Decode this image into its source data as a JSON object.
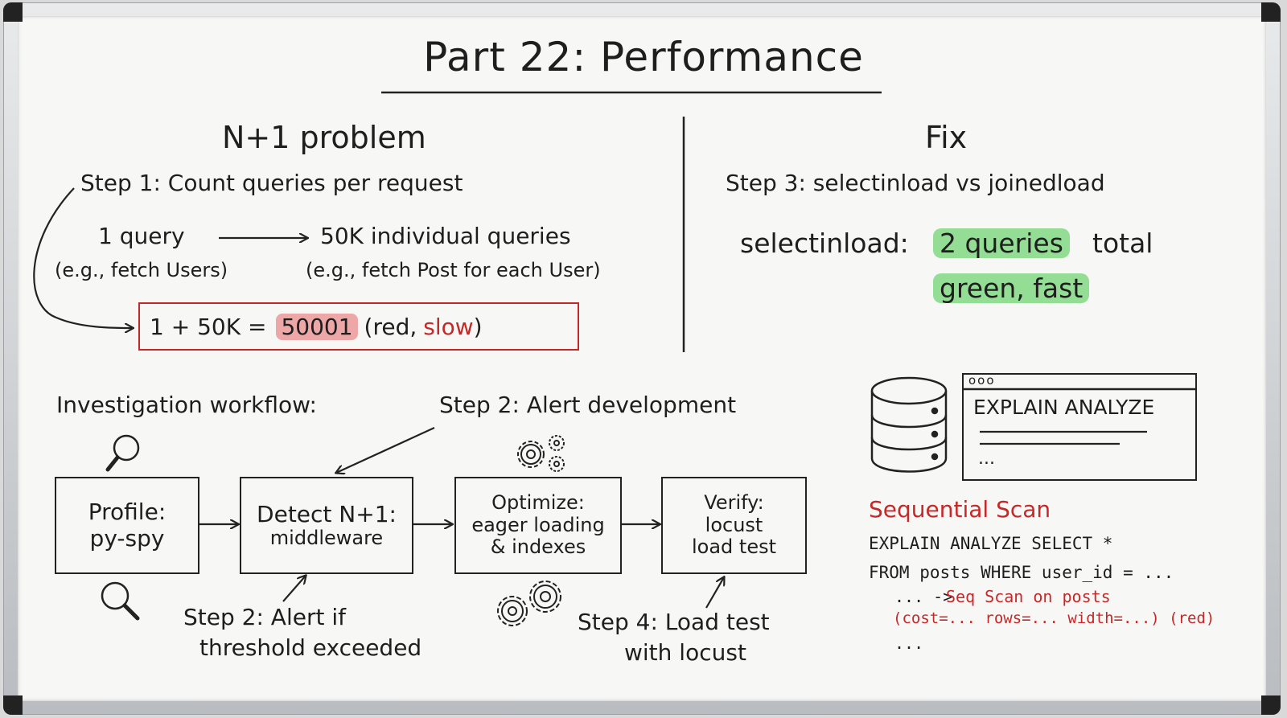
{
  "title": "Part 22: Performance",
  "left": {
    "heading": "N+1 problem",
    "step1": "Step 1: Count queries per request",
    "one_query": "1 query",
    "one_query_example": "(e.g., fetch Users)",
    "many_queries": "50K individual queries",
    "many_queries_example": "(e.g., fetch Post for each User)",
    "equation_prefix": "1 + 50K =",
    "equation_total": "50001",
    "equation_paren_open": "(red,",
    "equation_slow": "slow",
    "equation_paren_close": ")"
  },
  "right": {
    "heading": "Fix",
    "step3": "Step 3: selectinload vs joinedload",
    "selectinload_label": "selectinload:",
    "queries_highlight": "2 queries",
    "total_word": "total",
    "green_fast": "green, fast"
  },
  "workflow": {
    "label": "Investigation workflow:",
    "step2_header": "Step 2: Alert development",
    "boxes": [
      {
        "line1": "Profile:",
        "line2": "py-spy",
        "line3": ""
      },
      {
        "line1": "Detect N+1:",
        "line2": "middleware",
        "line3": ""
      },
      {
        "line1": "Optimize:",
        "line2": "eager loading",
        "line3": "& indexes"
      },
      {
        "line1": "Verify:",
        "line2": "locust",
        "line3": "load test"
      }
    ],
    "step2_note_line1": "Step 2: Alert if",
    "step2_note_line2": "threshold exceeded",
    "step4_note_line1": "Step 4: Load test",
    "step4_note_line2": "with locust"
  },
  "explain": {
    "window_dots": "ooo",
    "window_title": "EXPLAIN ANALYZE",
    "window_ellipsis": "...",
    "seq_scan_heading": "Sequential Scan",
    "query_line1": "EXPLAIN ANALYZE SELECT *",
    "query_line2": "FROM posts WHERE user_id = ...",
    "plan_prefix": "... ->",
    "plan_red": "Seq Scan on posts",
    "cost_line": "(cost=... rows=... width=...) (red)",
    "trailing_ellipsis": "..."
  },
  "colors": {
    "red": "#c62828",
    "green_highlight": "#94dd94",
    "red_highlight": "#eda7a7",
    "board": "#f7f7f6"
  }
}
